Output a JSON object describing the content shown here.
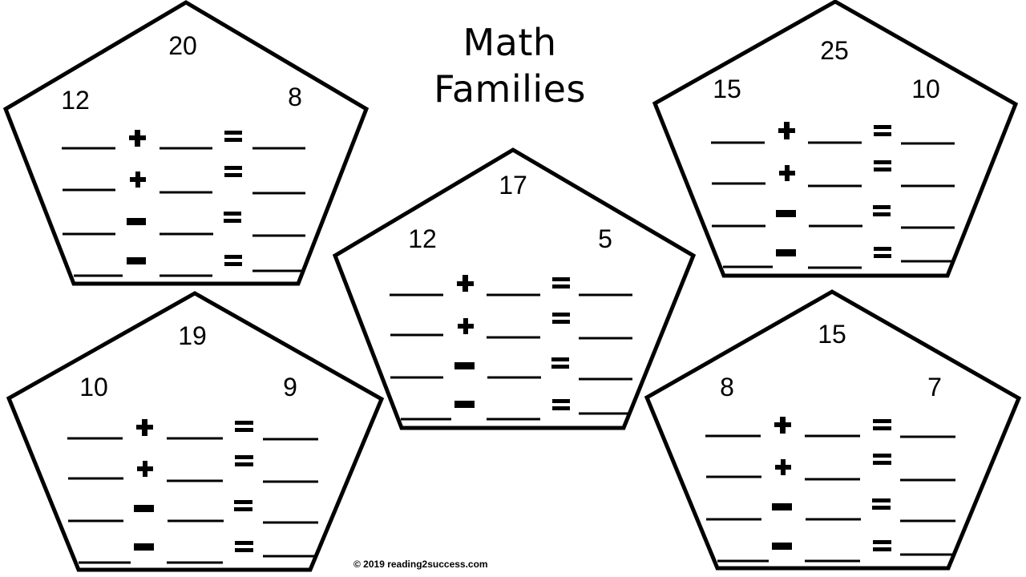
{
  "title": {
    "line1": "Math",
    "line2": "Families"
  },
  "footer": "© 2019 reading2success.com",
  "operators": {
    "plus": "+",
    "minus": "−",
    "equals": "="
  },
  "families": [
    {
      "id": "family-1",
      "whole": "20",
      "part_left": "12",
      "part_right": "8"
    },
    {
      "id": "family-2",
      "whole": "17",
      "part_left": "12",
      "part_right": "5"
    },
    {
      "id": "family-3",
      "whole": "25",
      "part_left": "15",
      "part_right": "10"
    },
    {
      "id": "family-4",
      "whole": "19",
      "part_left": "10",
      "part_right": "9"
    },
    {
      "id": "family-5",
      "whole": "15",
      "part_left": "8",
      "part_right": "7"
    }
  ],
  "rows_per_family": [
    {
      "operator": "plus"
    },
    {
      "operator": "plus"
    },
    {
      "operator": "minus"
    },
    {
      "operator": "minus"
    }
  ]
}
